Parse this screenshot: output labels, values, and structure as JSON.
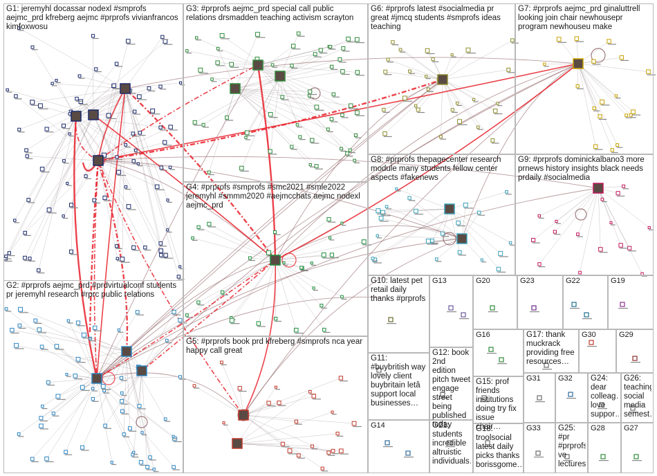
{
  "colors": {
    "background": "#ffffff",
    "panel_border": "#b8b8b8",
    "edge_gray": "#9a8f93",
    "edge_brown": "#8a5a5e",
    "edge_red": "#e8202a",
    "g1": "#1b2a6b",
    "g2": "#2e86c1",
    "g3": "#2f8a3a",
    "g4": "#1e8e3e",
    "g5": "#c0392b",
    "g6": "#8e8e2e",
    "g7": "#c8a200",
    "g8": "#3aa0b8",
    "g9": "#c2185b"
  },
  "groups": [
    {
      "id": "G1",
      "label": "G1: jeremyhl docassar nodexl #smprofs aejmc_prd kfreberg aejmc #prprofs vivianfrancos kimfoxwosu",
      "color": "#1b2a6b"
    },
    {
      "id": "G2",
      "label": "G2: #prprofs aejmc_prd #prdvirtualconf students pr jeremyhl research #rprc public relations",
      "color": "#2e86c1"
    },
    {
      "id": "G3",
      "label": "G3: #prprofs aejmc_prd special call public relations drsmadden teaching activism scrayton",
      "color": "#2f8a3a"
    },
    {
      "id": "G4",
      "label": "G4: #prprofs #smprofs #smc2021 #smle2022 jeremyhl #smmm2020 #aejmcchats aejmc nodexl aejmc_prd",
      "color": "#1e8e3e"
    },
    {
      "id": "G5",
      "label": "G5: #prprofs book prd kfreberg #smprofs nca year happy call great",
      "color": "#c0392b"
    },
    {
      "id": "G6",
      "label": "G6: #prprofs latest #socialmedia pr great #jmcq students #smprofs ideas teaching",
      "color": "#8e8e2e"
    },
    {
      "id": "G7",
      "label": "G7: #prprofs aejmc_prd ginaluttrell looking join chair newhousepr program newhouseu make",
      "color": "#c8a200"
    },
    {
      "id": "G8",
      "label": "G8: #prprofs thepagecenter research module many students fellow center aspects #fakenews",
      "color": "#3aa0b8"
    },
    {
      "id": "G9",
      "label": "G9: #prprofs dominickalbano3 more prnews history insights black needs prdaily #socialmedia",
      "color": "#c2185b"
    },
    {
      "id": "G10",
      "label": "G10: latest pet retail daily thanks #prprofs",
      "color": "#6a6a2a"
    },
    {
      "id": "G11",
      "label": "G11: #buybritish way lovely client buybritain letâ support local businesses…",
      "color": "#6a6a6a"
    },
    {
      "id": "G12",
      "label": "G12: book 2nd edition pitch tweet engage street being published today",
      "color": "#6a6a6a"
    },
    {
      "id": "G13",
      "label": "G13",
      "color": "#6b5a9a"
    },
    {
      "id": "G14",
      "label": "G14",
      "color": "#2e6a9a"
    },
    {
      "id": "G15",
      "label": "G15: prof friends institutions doing try fix issue chair…",
      "color": "#6a6a6a"
    },
    {
      "id": "G16",
      "label": "G16",
      "color": "#2f8a3a"
    },
    {
      "id": "G17",
      "label": "G17: thank muckrack providing free resources…",
      "color": "#6a6a6a"
    },
    {
      "id": "G18",
      "label": "G18: troolsocial latest daily picks thanks borissgome…",
      "color": "#6a6a6a"
    },
    {
      "id": "G19",
      "label": "G19",
      "color": "#8e2e8e"
    },
    {
      "id": "G20",
      "label": "G20",
      "color": "#2f8a3a"
    },
    {
      "id": "G21",
      "label": "G21: students incredible altruistic individuals…",
      "color": "#6a6a6a"
    },
    {
      "id": "G22",
      "label": "G22",
      "color": "#1e6e8e"
    },
    {
      "id": "G23",
      "label": "G23",
      "color": "#6b2a8a"
    },
    {
      "id": "G24",
      "label": "G24: dear colleag… love suppor…",
      "color": "#6a6a6a"
    },
    {
      "id": "G25",
      "label": "G25: #pr #prprofs ve lectures",
      "color": "#6a6a6a"
    },
    {
      "id": "G26",
      "label": "G26: teaching social media semest…",
      "color": "#6a6a6a"
    },
    {
      "id": "G27",
      "label": "G27",
      "color": "#2f8a3a"
    },
    {
      "id": "G28",
      "label": "G28",
      "color": "#2f8a3a"
    },
    {
      "id": "G29",
      "label": "G29",
      "color": "#8e2e2e"
    },
    {
      "id": "G30",
      "label": "G30",
      "color": "#c0392b"
    },
    {
      "id": "G31",
      "label": "G31",
      "color": "#6a6a6a"
    },
    {
      "id": "G32",
      "label": "G32",
      "color": "#2e6a9a"
    },
    {
      "id": "G33",
      "label": "G33",
      "color": "#6a6a6a"
    }
  ]
}
